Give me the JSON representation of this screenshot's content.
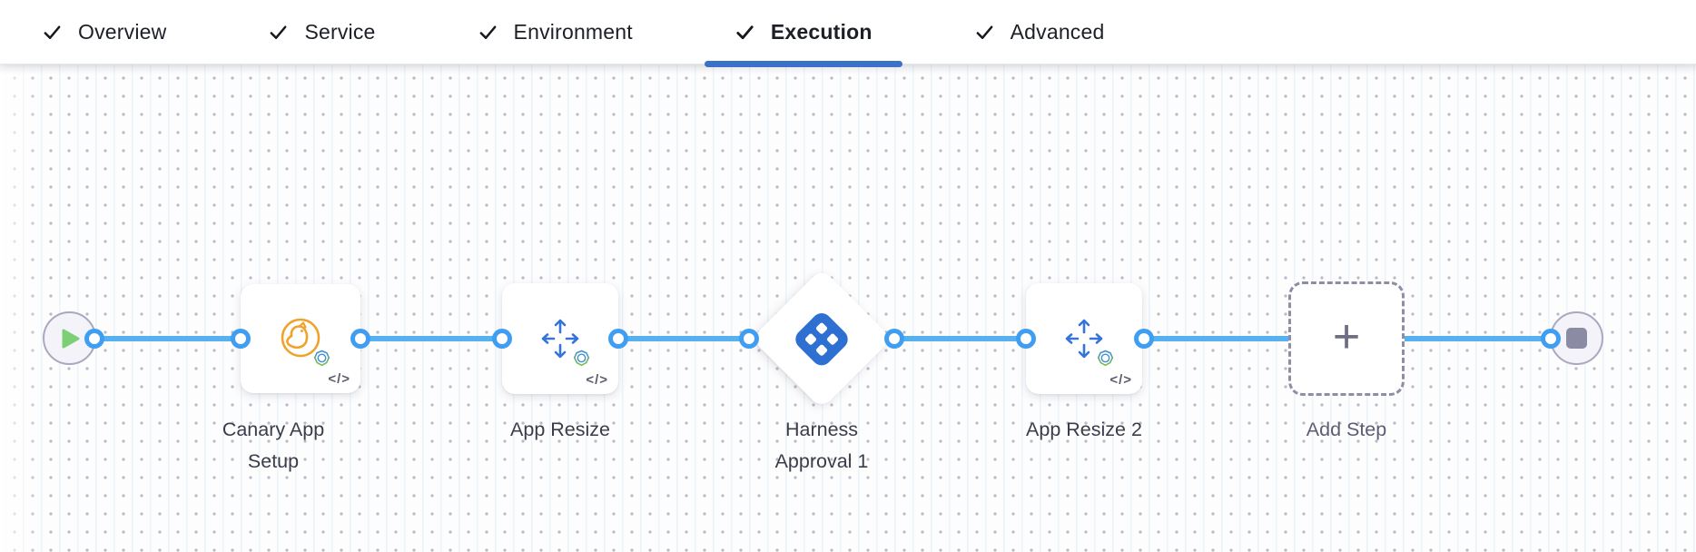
{
  "tabs": {
    "items": [
      {
        "label": "Overview",
        "checked": true,
        "active": false
      },
      {
        "label": "Service",
        "checked": true,
        "active": false
      },
      {
        "label": "Environment",
        "checked": true,
        "active": false
      },
      {
        "label": "Execution",
        "checked": true,
        "active": true
      },
      {
        "label": "Advanced",
        "checked": true,
        "active": false
      }
    ],
    "accent_color": "#3b72c8"
  },
  "canvas": {
    "code_icon_glyph": "</>",
    "plus_glyph": "+",
    "colors": {
      "flow_line": "#57b0f0",
      "connector_ring": "#3f9ef1",
      "harness_blue": "#2e6fd2",
      "canary_orange": "#f0a32a",
      "play_green": "#7ccf74",
      "stop_gray": "#8b8ba3"
    },
    "nodes": [
      {
        "id": "start",
        "type": "start",
        "label": ""
      },
      {
        "id": "canary-app-setup",
        "type": "step",
        "label": "Canary App Setup"
      },
      {
        "id": "app-resize",
        "type": "step",
        "label": "App Resize"
      },
      {
        "id": "harness-approval-1",
        "type": "approval",
        "label": "Harness Approval 1"
      },
      {
        "id": "app-resize-2",
        "type": "step",
        "label": "App Resize 2"
      },
      {
        "id": "add-step",
        "type": "add",
        "label": "Add Step"
      },
      {
        "id": "end",
        "type": "end",
        "label": ""
      }
    ]
  }
}
